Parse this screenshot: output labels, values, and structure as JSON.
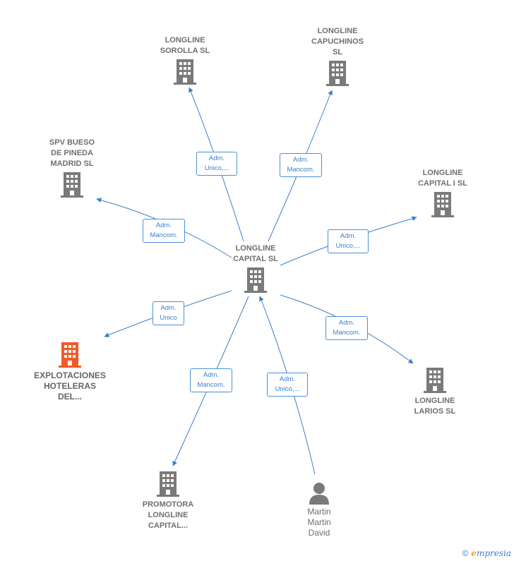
{
  "nodes": {
    "center": {
      "label": "LONGLINE\nCAPITAL  SL"
    },
    "sorolla": {
      "label": "LONGLINE\nSOROLLA  SL"
    },
    "capuchinos": {
      "label": "LONGLINE\nCAPUCHINOS\nSL"
    },
    "spv": {
      "label": "SPV BUESO\nDE PINEDA\nMADRID  SL"
    },
    "capital1": {
      "label": "LONGLINE\nCAPITAL I  SL"
    },
    "explotaciones": {
      "label": "EXPLOTACIONES\nHOTELERAS\nDEL..."
    },
    "larios": {
      "label": "LONGLINE\nLARIOS  SL"
    },
    "promotora": {
      "label": "PROMOTORA\nLONGLINE\nCAPITAL..."
    },
    "martin": {
      "label": "Martin\nMartin\nDavid"
    }
  },
  "edges": {
    "sorolla": "Adm.\nUnico,...",
    "capuchinos": "Adm.\nMancom.",
    "spv": "Adm.\nMancom.",
    "capital1": "Adm.\nUnico,...",
    "explotaciones": "Adm.\nUnico",
    "larios": "Adm.\nMancom.",
    "promotora": "Adm.\nMancom.",
    "martin": "Adm.\nUnico,..."
  },
  "colors": {
    "edge": "#3a7fc8",
    "building": "#7a7a7a",
    "highlight": "#f05a28"
  },
  "icons": {
    "company": "building-icon",
    "person": "person-icon"
  },
  "footer": {
    "copyright": "©",
    "brand_initial": "e",
    "brand_rest": "mpresia"
  }
}
